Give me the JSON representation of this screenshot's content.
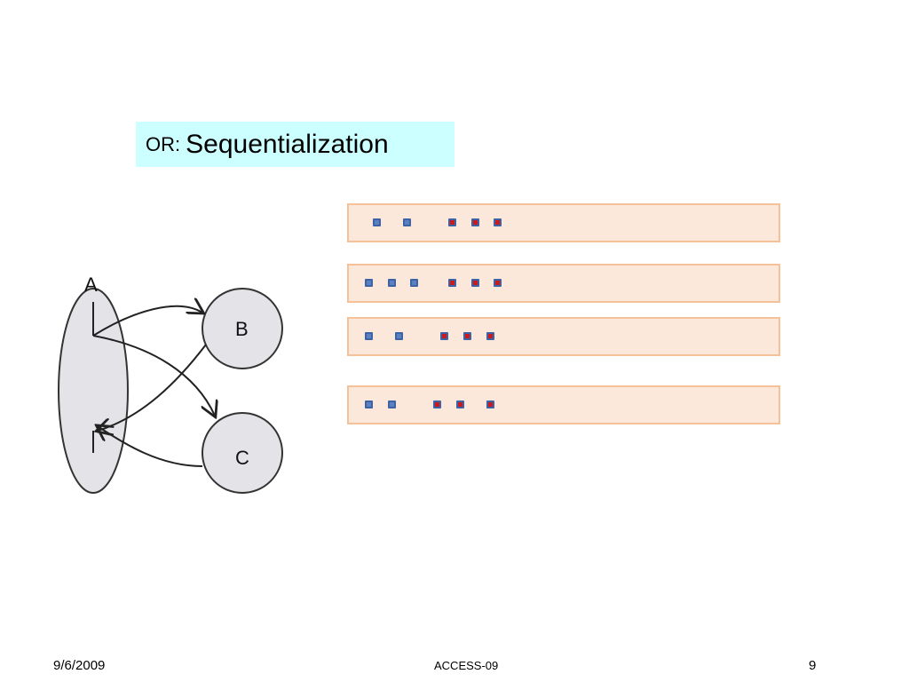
{
  "title": {
    "prefix": "OR:",
    "main": "Sequentialization"
  },
  "diagram": {
    "nodes": [
      {
        "id": "A",
        "label": "A"
      },
      {
        "id": "B",
        "label": "B"
      },
      {
        "id": "C",
        "label": "C"
      }
    ]
  },
  "sequences": [
    {
      "dots": [
        "plain",
        "plain",
        "marked",
        "marked",
        "marked"
      ]
    },
    {
      "dots": [
        "plain",
        "plain",
        "plain",
        "marked",
        "marked",
        "marked"
      ]
    },
    {
      "dots": [
        "plain",
        "plain",
        "marked",
        "marked",
        "marked"
      ]
    },
    {
      "dots": [
        "plain",
        "plain",
        "marked",
        "marked",
        "marked"
      ]
    }
  ],
  "colors": {
    "plain_dot": "#5b7fbf",
    "marked_dot": "#cc1a1a",
    "bar_fill": "#fbe8da",
    "title_bg": "#ccffff"
  },
  "footer": {
    "date": "9/6/2009",
    "center": "ACCESS-09",
    "page": "9"
  }
}
